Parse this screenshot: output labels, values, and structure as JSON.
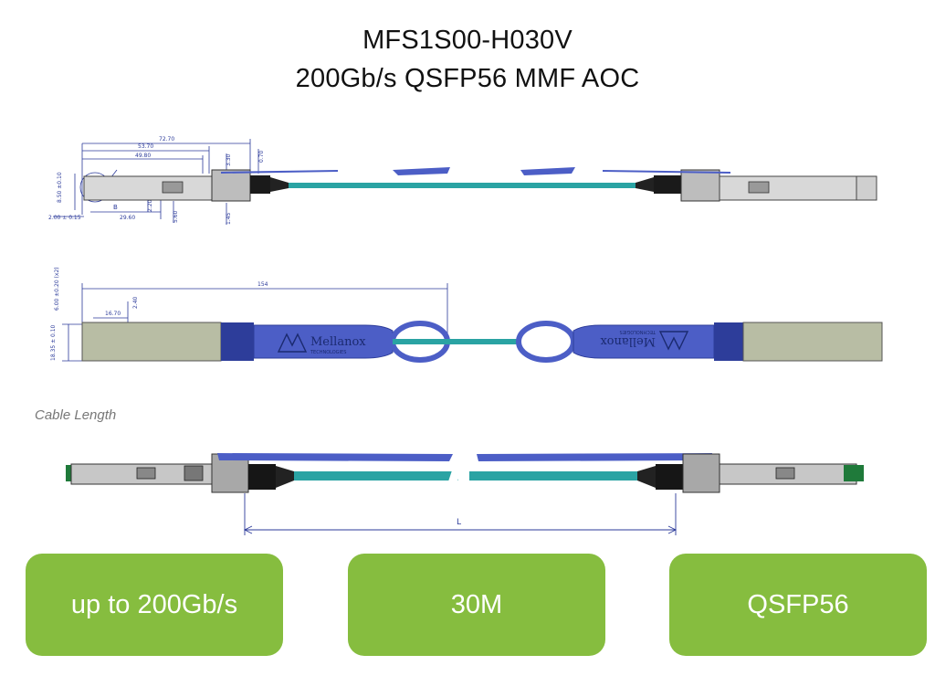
{
  "header": {
    "title_line1": "MFS1S00-H030V",
    "title_line2": "200Gb/s QSFP56 MMF AOC"
  },
  "drawing": {
    "top_view_dimensions": [
      "72.70",
      "53.70",
      "49.80",
      "3.30",
      "0.70",
      "8.50 ±0.10",
      "2.00 ± 0.15",
      "29.60",
      "2.20",
      "5.60",
      "1.45"
    ],
    "top_view_detail": "B",
    "side_view_dimensions": [
      "6.00 ±0.20 (x2)",
      "154",
      "2.40",
      "16.70",
      "18.35 ± 0.10"
    ],
    "brand_text": "Mellanox",
    "brand_subtext": "TECHNOLOGIES",
    "cable_length_caption": "Cable Length",
    "cable_length_symbol": "L"
  },
  "features": {
    "speed": "up to 200Gb/s",
    "length": "30M",
    "form_factor": "QSFP56"
  },
  "colors": {
    "cable": "#2aa3a3",
    "overmold": "#4c5ec6",
    "badge": "#86bd3f",
    "dimension_lines": "#2b3a9a"
  }
}
